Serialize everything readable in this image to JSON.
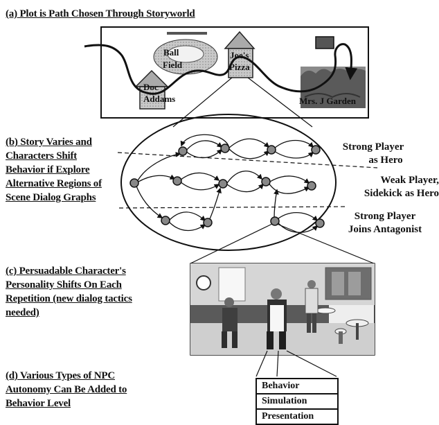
{
  "sections": {
    "a": "(a) Plot is Path Chosen Through Storyworld",
    "b": [
      "(b) Story Varies and",
      "Characters Shift",
      "Behavior if Explore",
      "Alternative Regions of",
      "Scene Dialog Graphs"
    ],
    "c": [
      "(c) Persuadable Character's",
      "Personality Shifts On Each",
      "Repetition (new dialog tactics",
      "needed)"
    ],
    "d": [
      "(d) Various  Types of NPC",
      "Autonomy Can Be Added to",
      "Behavior Level"
    ]
  },
  "storyworld": {
    "ball_field": [
      "Ball",
      "Field"
    ],
    "joes_pizza": [
      "Joe's",
      "Pizza"
    ],
    "doc_addams": [
      "Doc",
      "Addams"
    ],
    "mrs_j_garden": "Mrs. J Garden"
  },
  "player_labels": {
    "strong_hero": [
      "Strong Player",
      "as Hero"
    ],
    "weak_sidekick": [
      "Weak Player,",
      "Sidekick as Hero"
    ],
    "antagonist": [
      "Strong Player",
      "Joins Antagonist"
    ]
  },
  "levels": [
    "Behavior",
    "Simulation",
    "Presentation"
  ]
}
